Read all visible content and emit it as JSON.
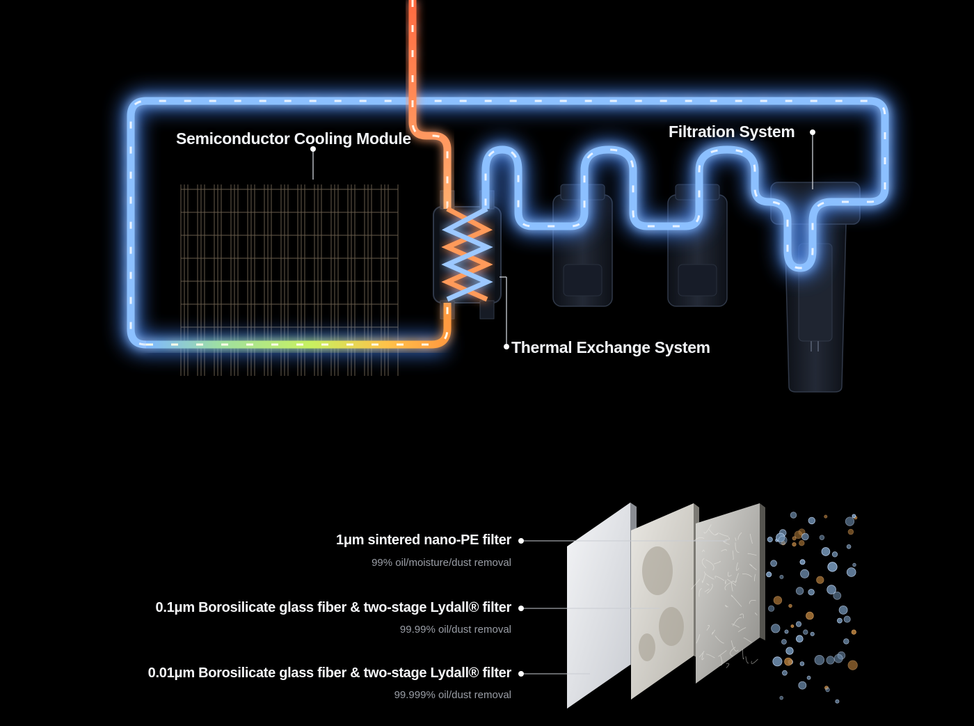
{
  "diagram": {
    "labels": {
      "cooling_module_line1": "Semiconductor",
      "cooling_module_line2": "Cooling Module",
      "filtration_system": "Filtration System",
      "thermal_exchange": "Thermal Exchange System"
    },
    "colors": {
      "background": "#000000",
      "cold_pipe": "#7fb8ff",
      "hot_pipe": "#ff8a4a",
      "grid": "#9a8a70"
    }
  },
  "filters": [
    {
      "title": "1μm sintered nano-PE filter",
      "subtitle": "99% oil/moisture/dust removal"
    },
    {
      "title": "0.1μm Borosilicate glass fiber & two-stage Lydall® filter",
      "subtitle": "99.99%  oil/dust removal"
    },
    {
      "title": "0.01μm Borosilicate glass fiber & two-stage Lydall® filter",
      "subtitle": "99.999% oil/dust removal"
    }
  ]
}
